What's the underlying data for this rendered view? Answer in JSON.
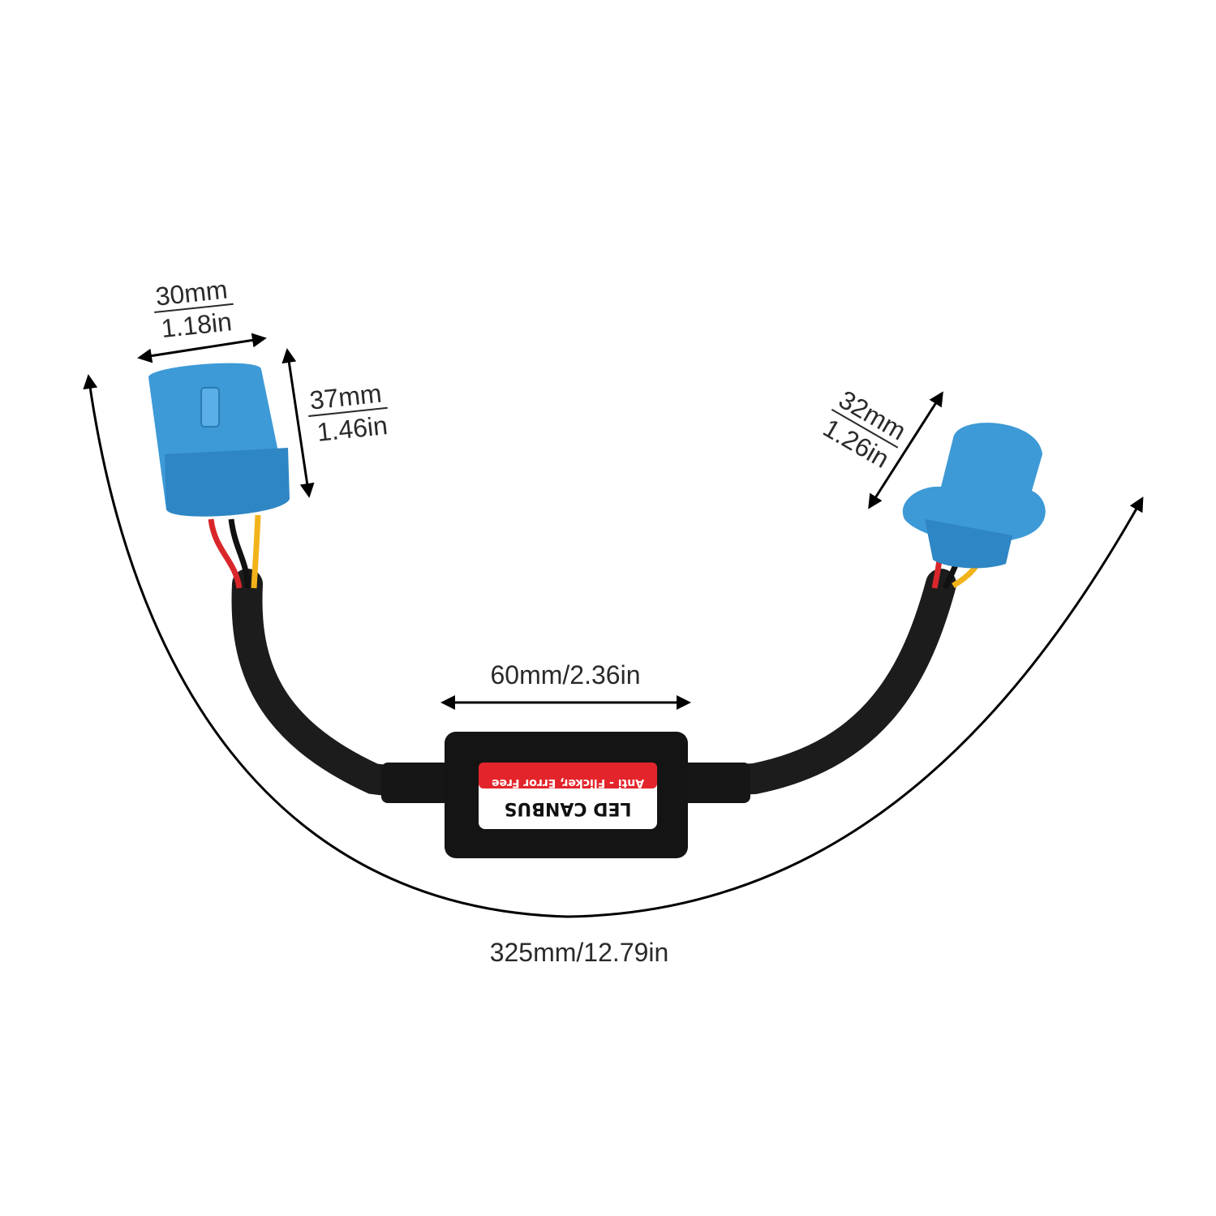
{
  "dimensions": {
    "socket_a_width_mm": "30mm",
    "socket_a_width_in": "1.18in",
    "socket_a_height_mm": "37mm",
    "socket_a_height_in": "1.46in",
    "socket_b_width_mm": "32mm",
    "socket_b_width_in": "1.26in",
    "module_width": "60mm/2.36in",
    "total_length": "325mm/12.79in"
  },
  "module_label": {
    "top_line": "Anti - Flicker, Error Free",
    "main_line": "LED CANBUS"
  },
  "colors": {
    "connector": "#3d9ad6",
    "cable": "#1c1c1c",
    "label_red": "#e3252b",
    "wire_red": "#d9262a",
    "wire_yellow": "#f2b31a"
  }
}
